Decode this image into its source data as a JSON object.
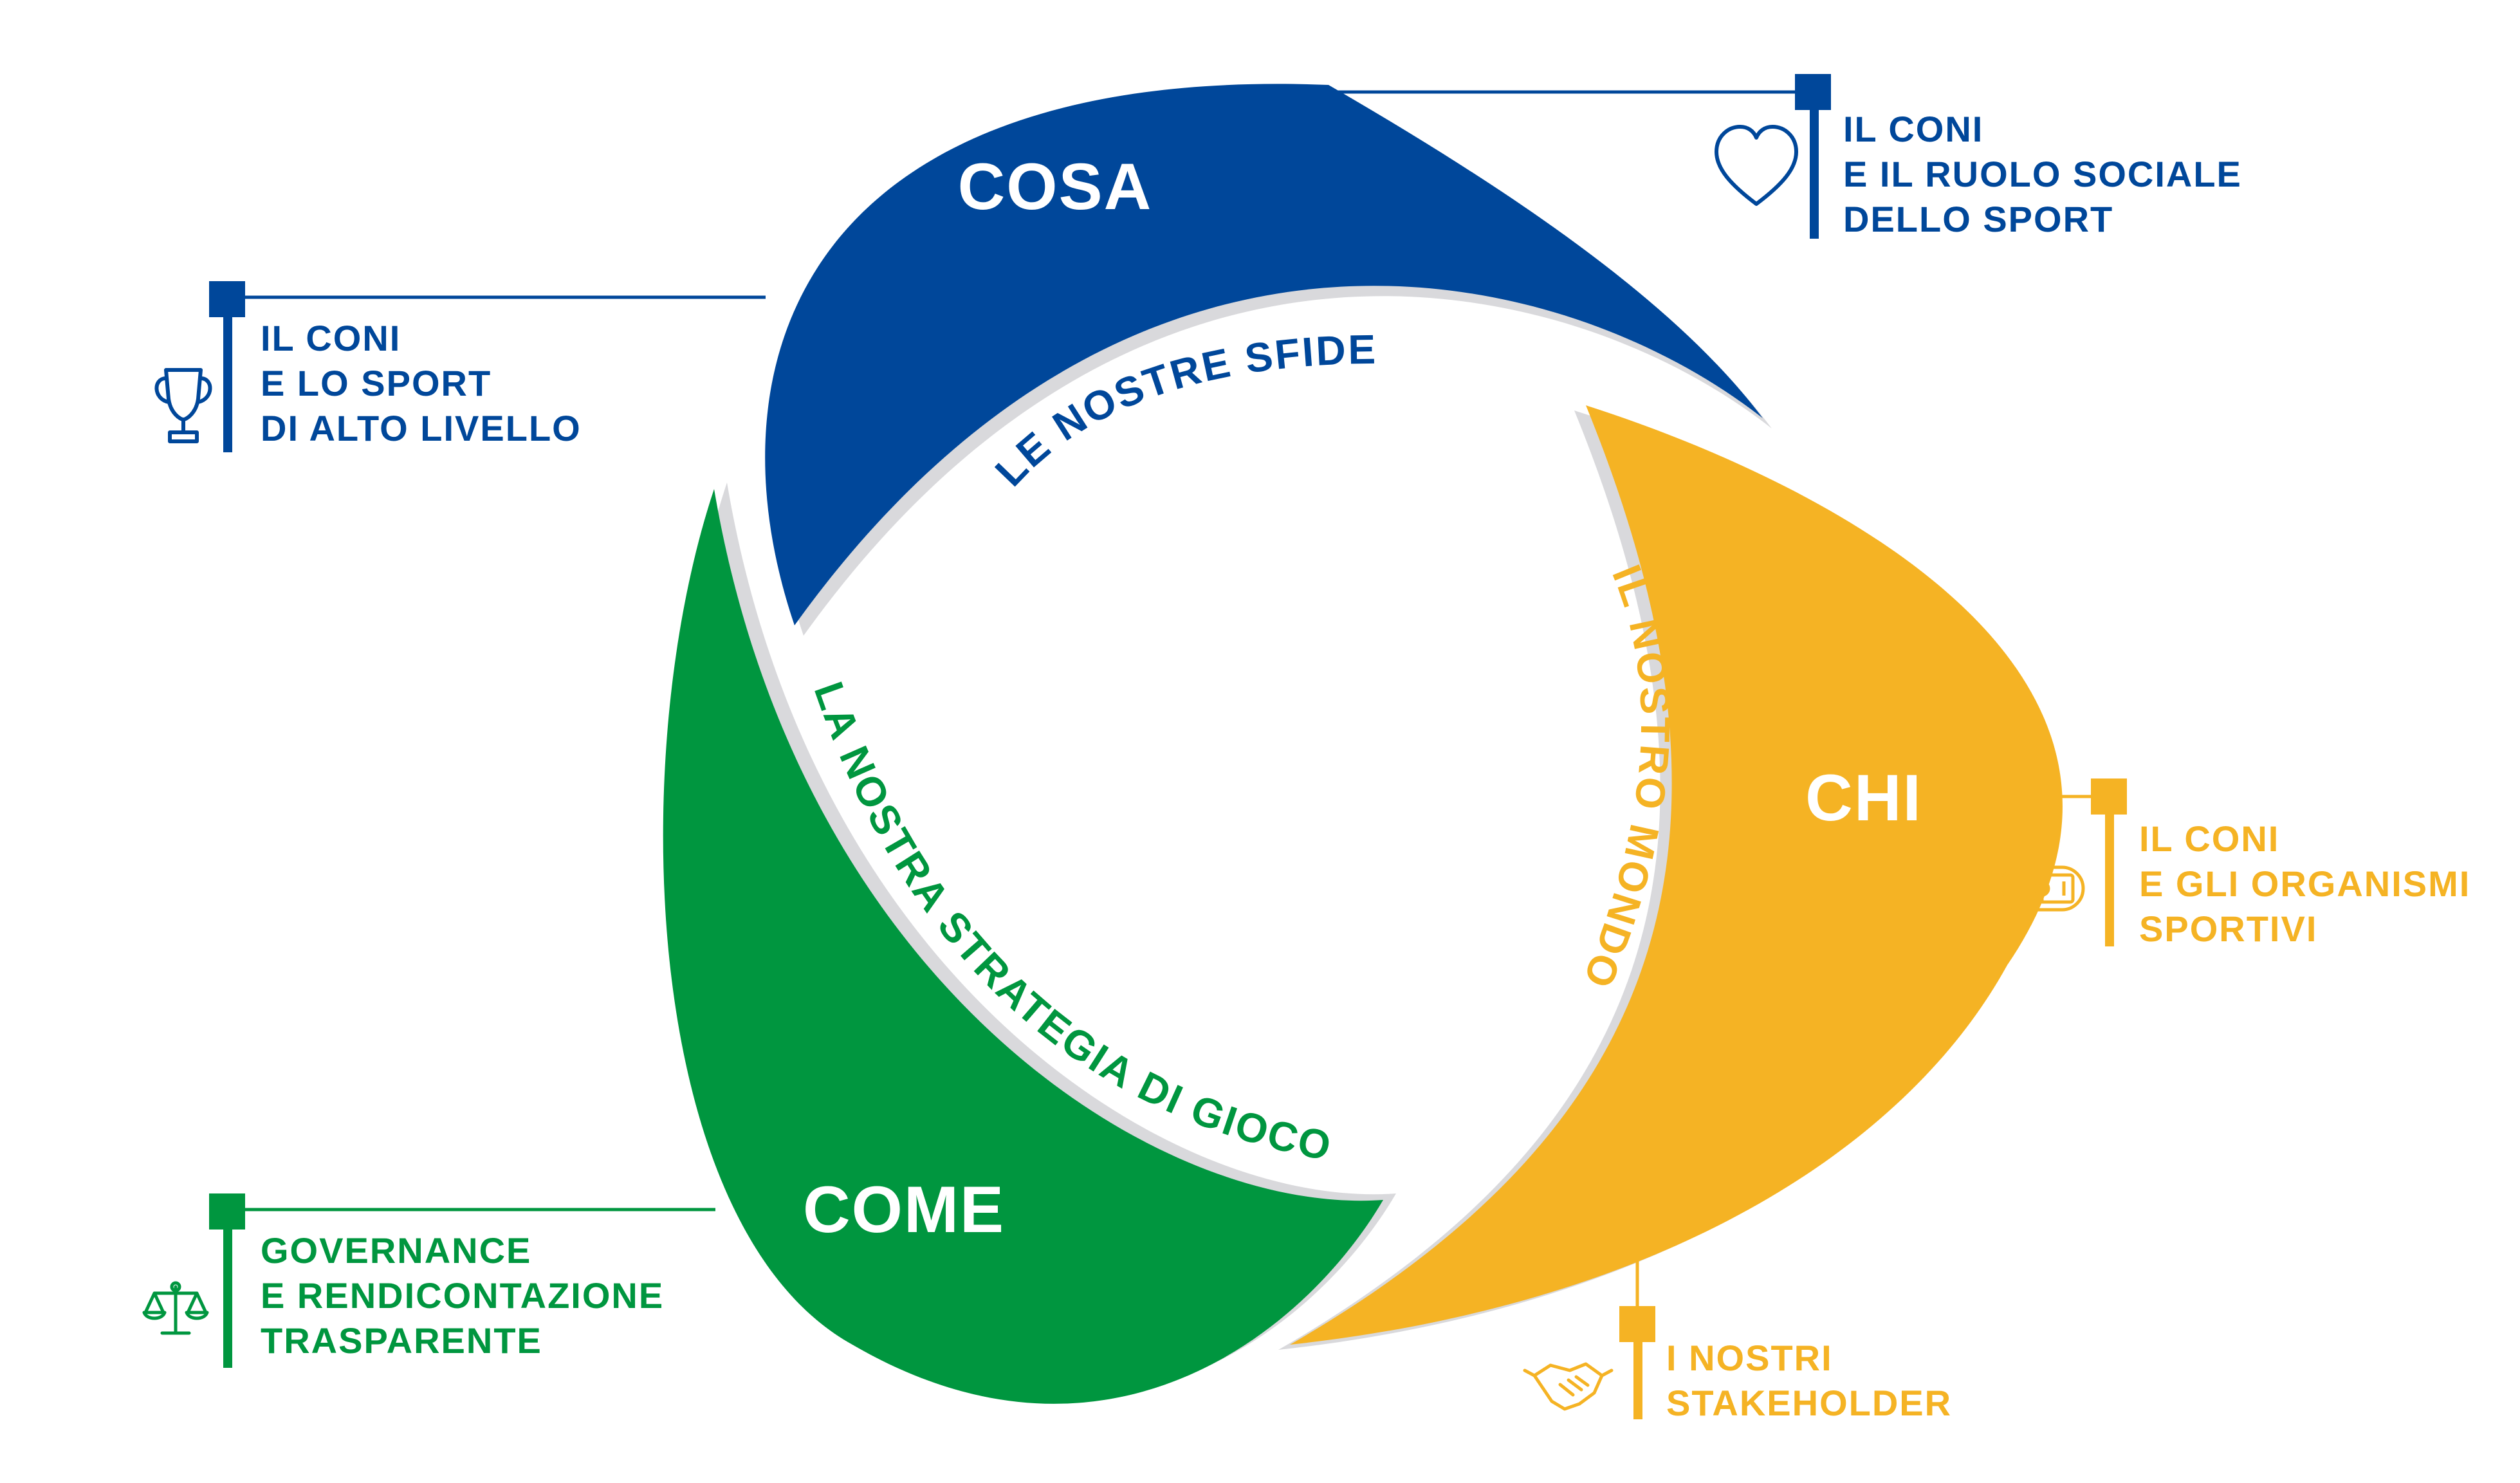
{
  "colors": {
    "blue": "#00479A",
    "yellow": "#F5B324",
    "green": "#00963F",
    "shadow": "#D9D9DC"
  },
  "blades": {
    "cosa": {
      "label": "COSA",
      "arc": "LE NOSTRE SFIDE"
    },
    "chi": {
      "label": "CHI",
      "arc": "IL NOSTRO MONDO"
    },
    "come": {
      "label": "COME",
      "arc": "LA NOSTRA STRATEGIA DI GIOCO"
    }
  },
  "callouts": {
    "ruolo_sociale": {
      "icon": "heart-icon",
      "lines": [
        "IL CONI",
        "E IL RUOLO SOCIALE",
        "DELLO SPORT"
      ]
    },
    "alto_livello": {
      "icon": "trophy-icon",
      "lines": [
        "IL CONI",
        "E LO SPORT",
        "DI ALTO LIVELLO"
      ]
    },
    "organismi": {
      "icon": "sports-field-icon",
      "lines": [
        "IL CONI",
        "E GLI ORGANISMI",
        "SPORTIVI"
      ]
    },
    "stakeholder": {
      "icon": "handshake-icon",
      "lines": [
        "I NOSTRI",
        "STAKEHOLDER"
      ]
    },
    "governance": {
      "icon": "scales-icon",
      "lines": [
        "GOVERNANCE",
        "E RENDICONTAZIONE",
        "TRASPARENTE"
      ]
    }
  }
}
